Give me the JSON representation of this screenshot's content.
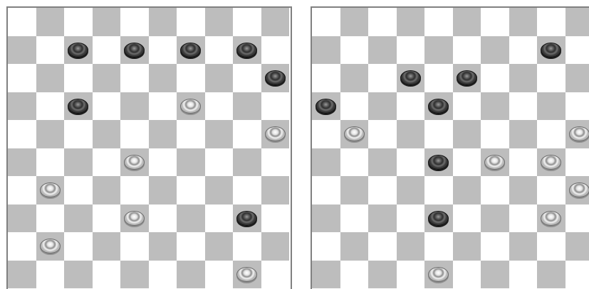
{
  "colors": {
    "light_square": "#ffffff",
    "dark_square": "#bdbdbd",
    "board_border": "#808080"
  },
  "boards": [
    {
      "id": "left",
      "rows": 10,
      "cols": 10,
      "pieces": [
        {
          "row": 1,
          "col": 2,
          "color": "black"
        },
        {
          "row": 1,
          "col": 4,
          "color": "black"
        },
        {
          "row": 1,
          "col": 6,
          "color": "black"
        },
        {
          "row": 1,
          "col": 8,
          "color": "black"
        },
        {
          "row": 2,
          "col": 9,
          "color": "black"
        },
        {
          "row": 3,
          "col": 2,
          "color": "black"
        },
        {
          "row": 3,
          "col": 6,
          "color": "white"
        },
        {
          "row": 4,
          "col": 9,
          "color": "white"
        },
        {
          "row": 5,
          "col": 4,
          "color": "white"
        },
        {
          "row": 6,
          "col": 1,
          "color": "white"
        },
        {
          "row": 7,
          "col": 4,
          "color": "white"
        },
        {
          "row": 7,
          "col": 8,
          "color": "black"
        },
        {
          "row": 8,
          "col": 1,
          "color": "white"
        },
        {
          "row": 9,
          "col": 8,
          "color": "white"
        }
      ]
    },
    {
      "id": "right",
      "rows": 10,
      "cols": 10,
      "pieces": [
        {
          "row": 1,
          "col": 8,
          "color": "black"
        },
        {
          "row": 2,
          "col": 3,
          "color": "black"
        },
        {
          "row": 2,
          "col": 5,
          "color": "black"
        },
        {
          "row": 3,
          "col": 0,
          "color": "black"
        },
        {
          "row": 3,
          "col": 4,
          "color": "black"
        },
        {
          "row": 4,
          "col": 1,
          "color": "white"
        },
        {
          "row": 4,
          "col": 9,
          "color": "white"
        },
        {
          "row": 5,
          "col": 4,
          "color": "black"
        },
        {
          "row": 5,
          "col": 6,
          "color": "white"
        },
        {
          "row": 5,
          "col": 8,
          "color": "white"
        },
        {
          "row": 6,
          "col": 9,
          "color": "white"
        },
        {
          "row": 7,
          "col": 4,
          "color": "black"
        },
        {
          "row": 7,
          "col": 8,
          "color": "white"
        },
        {
          "row": 9,
          "col": 4,
          "color": "white"
        }
      ]
    }
  ]
}
